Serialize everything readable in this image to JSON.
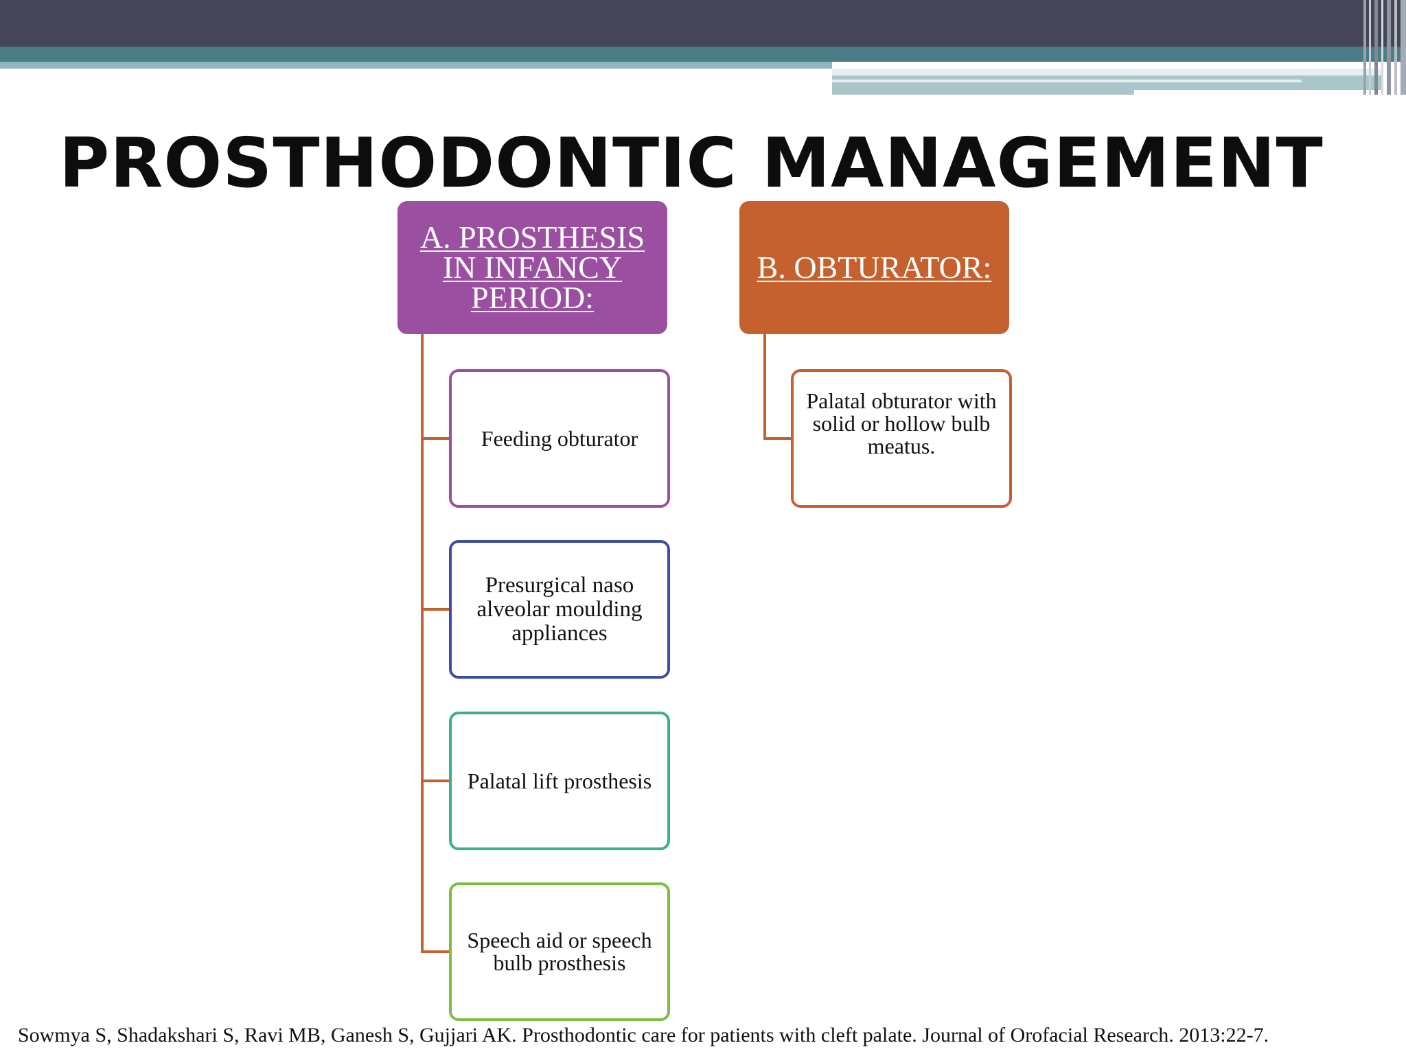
{
  "slide": {
    "title": "PROSTHODONTIC MANAGEMENT",
    "citation": "Sowmya S, Shadakshari S, Ravi MB, Ganesh S, Gujjari AK. Prosthodontic care for patients with cleft palate. Journal of Orofacial Research. 2013:22-7."
  },
  "diagram": {
    "branch_a": {
      "heading": "A. PROSTHESIS IN INFANCY PERIOD:",
      "color": "#9b4fa1",
      "items": [
        {
          "label": "Feeding obturator",
          "color": "#9b4fa1"
        },
        {
          "label": "Presurgical naso alveolar moulding appliances",
          "color": "#3b4ea0"
        },
        {
          "label": "Palatal lift prosthesis",
          "color": "#3fae8a"
        },
        {
          "label": "Speech aid or speech bulb prosthesis",
          "color": "#7cbe3f"
        }
      ]
    },
    "branch_b": {
      "heading": "B. OBTURATOR:",
      "color": "#c4612f",
      "items": [
        {
          "label": "Palatal obturator with solid or hollow bulb meatus.",
          "color": "#c4612f"
        }
      ]
    },
    "connector_color": "#c4612f"
  },
  "theme": {
    "header_dark": "#454557",
    "header_teal": "#4a7d85",
    "header_light": "#8fb6bb"
  }
}
